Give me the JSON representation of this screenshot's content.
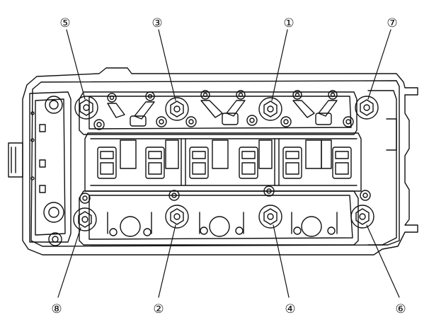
{
  "diagram": {
    "line_color": "#111111",
    "fill_color": "#ffffff",
    "callouts": [
      {
        "id": "bolt-1",
        "label": "①"
      },
      {
        "id": "bolt-2",
        "label": "②"
      },
      {
        "id": "bolt-3",
        "label": "③"
      },
      {
        "id": "bolt-4",
        "label": "④"
      },
      {
        "id": "bolt-5",
        "label": "⑤"
      },
      {
        "id": "bolt-6",
        "label": "⑥"
      },
      {
        "id": "bolt-7",
        "label": "⑦"
      },
      {
        "id": "bolt-8",
        "label": "⑧"
      }
    ]
  }
}
